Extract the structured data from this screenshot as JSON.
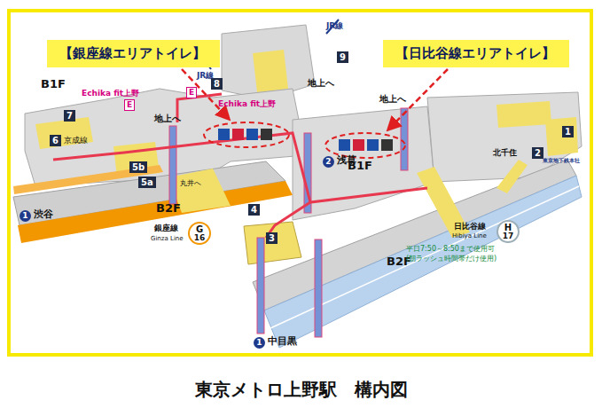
{
  "diagram": {
    "caption": "東京メトロ上野駅　構内図",
    "nodes": [
      {
        "text": [
          "【銀座線エリアトイレ】"
        ]
      },
      {
        "text": [
          "【日比谷線エリアトイレ】"
        ]
      },
      {
        "text": [
          "9"
        ]
      },
      {
        "text": [
          "8"
        ]
      },
      {
        "text": [
          "7"
        ]
      },
      {
        "text": [
          "6"
        ]
      },
      {
        "text": [
          "5b"
        ]
      },
      {
        "text": [
          "5a"
        ]
      },
      {
        "text": [
          "4"
        ]
      },
      {
        "text": [
          "3"
        ]
      },
      {
        "text": [
          "2"
        ]
      },
      {
        "text": [
          "1"
        ]
      },
      {
        "text": [
          "G",
          "16"
        ]
      },
      {
        "text": [
          "H",
          "17"
        ]
      }
    ],
    "labels": [
      "JR線",
      "JR線",
      "Echika fit上野",
      "Echika fit上野",
      "地上へ",
      "地上へ",
      "地上へ",
      "B1F",
      "B1F",
      "B2F",
      "B2F",
      "京成線",
      "丸井へ",
      "1",
      "渋谷",
      "2",
      "浅草",
      "銀座線",
      "Ginza Line",
      "日比谷線",
      "Hibiya Line",
      "平日7:50～8:50まで使用可",
      "(朝ラッシュ時間帯だけ使用)",
      "1",
      "中目黒",
      "北千住",
      "東京地下鉄本社",
      "E",
      "E"
    ]
  }
}
